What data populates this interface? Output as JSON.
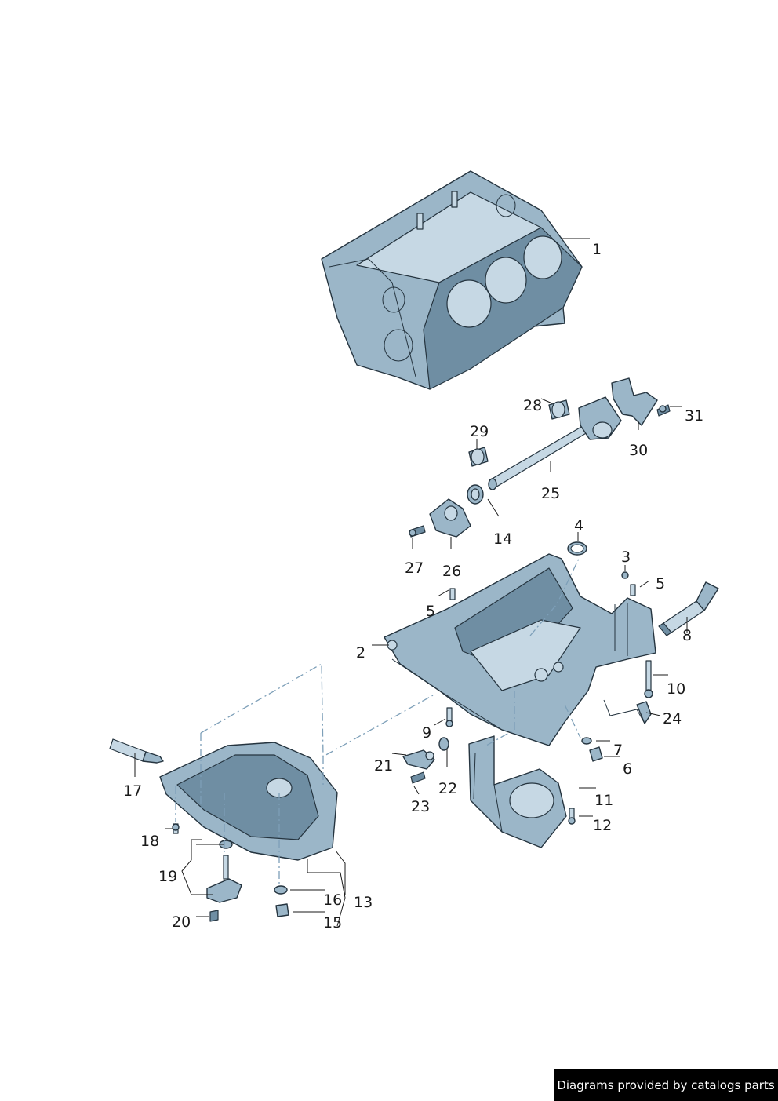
{
  "diagram": {
    "callouts": {
      "c1": "1",
      "c2": "2",
      "c3": "3",
      "c4": "4",
      "c5a": "5",
      "c5b": "5",
      "c6": "6",
      "c7": "7",
      "c8": "8",
      "c9": "9",
      "c10": "10",
      "c11": "11",
      "c12": "12",
      "c13": "13",
      "c14": "14",
      "c15": "15",
      "c16": "16",
      "c17": "17",
      "c18": "18",
      "c19": "19",
      "c20": "20",
      "c21": "21",
      "c22": "22",
      "c23": "23",
      "c24": "24",
      "c25": "25",
      "c26": "26",
      "c27": "27",
      "c28": "28",
      "c29": "29",
      "c30": "30",
      "c31": "31"
    },
    "colors": {
      "part": "#9bb6c8",
      "outline": "#25343f",
      "leader_dash": "#7d9fb8"
    }
  },
  "footer": {
    "credit": "Diagrams provided by catalogs parts"
  }
}
